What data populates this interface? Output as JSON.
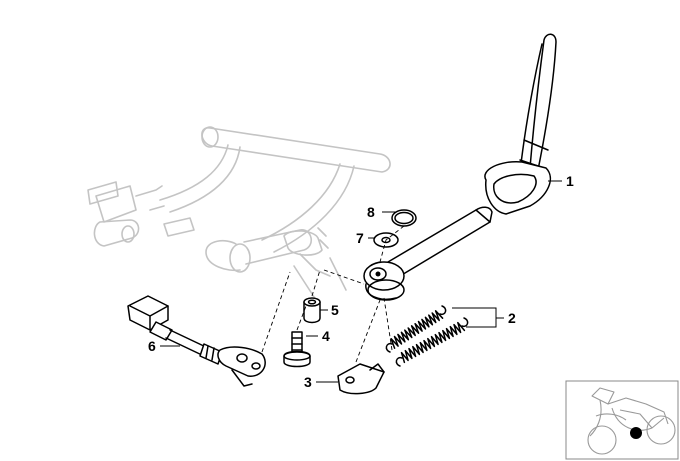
{
  "diagram": {
    "callouts": [
      {
        "id": "part-1",
        "label": "1"
      },
      {
        "id": "part-2",
        "label": "2"
      },
      {
        "id": "part-3",
        "label": "3"
      },
      {
        "id": "part-4",
        "label": "4"
      },
      {
        "id": "part-5",
        "label": "5"
      },
      {
        "id": "part-6",
        "label": "6"
      },
      {
        "id": "part-7",
        "label": "7"
      },
      {
        "id": "part-8",
        "label": "8"
      }
    ]
  },
  "thumbnail": {
    "marker_color": "#000000"
  },
  "colors": {
    "ghost_frame": "#c4c4c4",
    "part_outline": "#000000",
    "background": "#ffffff"
  }
}
